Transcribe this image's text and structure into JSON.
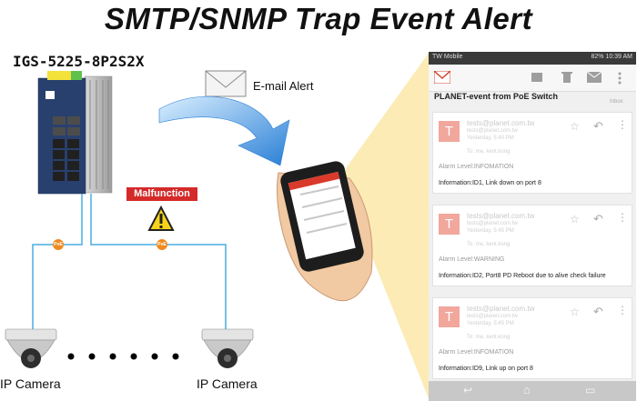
{
  "title": "SMTP/SNMP Trap Event Alert",
  "model": "IGS-5225-8P2S2X",
  "badge": "Malfunction",
  "email_label": "E-mail Alert",
  "camera_label": "IP Camera",
  "poe_label": "PoE",
  "phone": {
    "status_left": "TW Mobile",
    "status_right": "82% 10:39 AM",
    "subject": "PLANET-event from PoE Switch",
    "inbox_tag": "Inbox",
    "avatar_letter": "T",
    "sender": "tests@planet.com.tw",
    "sender_mail": "tests@planet.com.tw",
    "to": "To: me, kent.kong",
    "messages": [
      {
        "time": "Yesterday, 5:40 PM",
        "level": "Alarm Level:INFOMATION",
        "info": "Information:ID1, Link down on port 8"
      },
      {
        "time": "Yesterday, 5:45 PM",
        "level": "Alarm Level:WARNING",
        "info": "Information:ID2, Port8 PD Reboot due to alive check failure"
      },
      {
        "time": "Yesterday, 5:45 PM",
        "level": "Alarm Level:INFOMATION",
        "info": "Information:ID9, Link up on port 8"
      }
    ]
  },
  "colors": {
    "cable": "#48aee0",
    "poe_dot": "#f08a1e",
    "badge": "#d42a2a",
    "arrow": "#3b8ee0",
    "switch_body": "#28406e",
    "highlight": "#fce7a8"
  }
}
